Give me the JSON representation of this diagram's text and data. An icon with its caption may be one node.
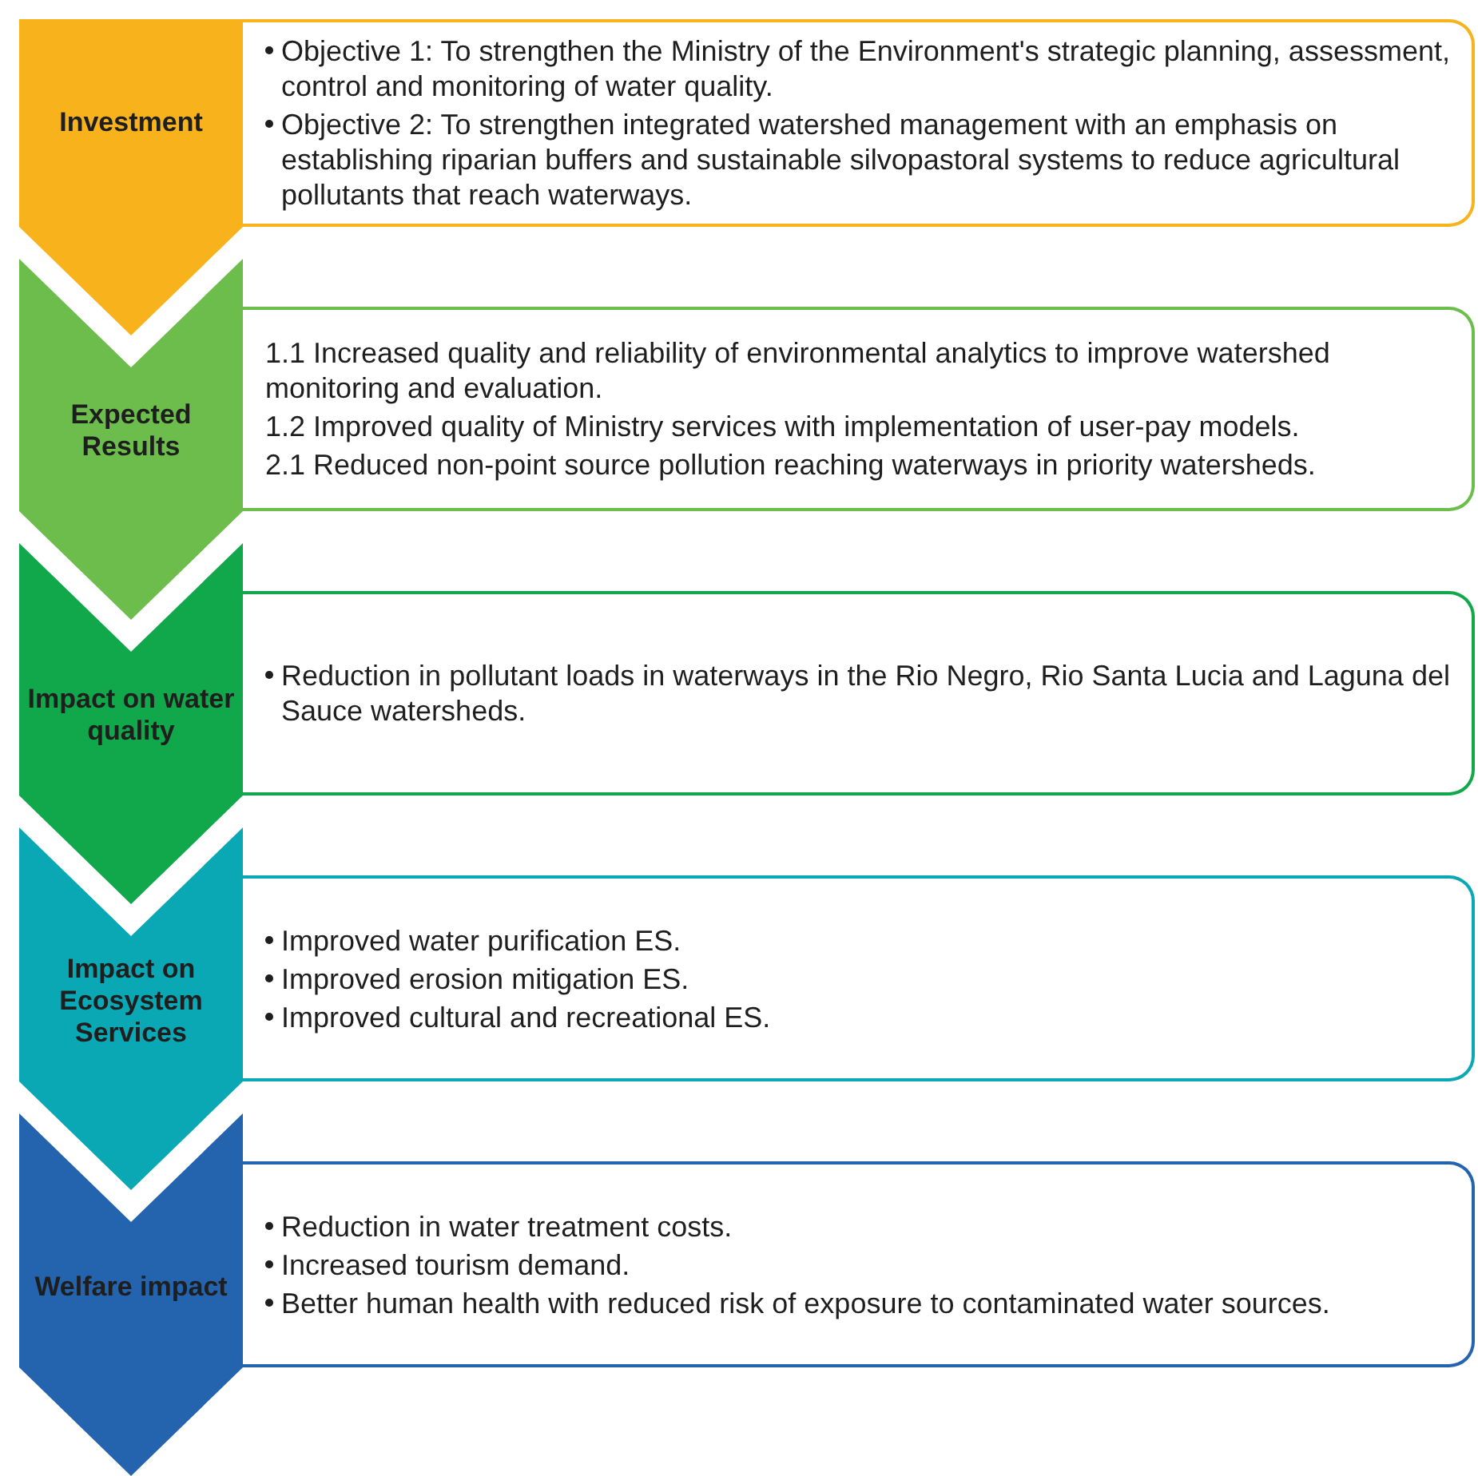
{
  "diagram": {
    "nodes": [
      {
        "text": [
          "Investment"
        ]
      },
      {
        "text": [
          "Objective 1: To strengthen the Ministry of the Environment's strategic planning, assessment, control and monitoring of water quality.",
          "Objective 2: To strengthen integrated watershed management with an emphasis on establishing riparian buffers and sustainable silvopastoral systems to reduce agricultural pollutants that reach waterways."
        ]
      },
      {
        "text": [
          "Expected Results"
        ]
      },
      {
        "text": [
          "1.1 Increased quality and reliability of  environmental analytics to improve watershed monitoring and evaluation.",
          "1.2 Improved quality of Ministry services with implementation of user-pay models.",
          "2.1 Reduced non-point source pollution reaching waterways in priority watersheds."
        ]
      },
      {
        "text": [
          "Impact on water quality"
        ]
      },
      {
        "text": [
          "Reduction in pollutant loads in waterways in the Rio Negro, Rio Santa Lucia and Laguna del Sauce watersheds."
        ]
      },
      {
        "text": [
          "Impact on Ecosystem Services"
        ]
      },
      {
        "text": [
          "Improved water purification ES.",
          "Improved erosion mitigation ES.",
          "Improved cultural and recreational ES."
        ]
      },
      {
        "text": [
          "Welfare impact"
        ]
      },
      {
        "text": [
          "Reduction in water treatment costs.",
          "Increased tourism demand.",
          "Better human health with reduced risk of exposure to contaminated water sources."
        ]
      }
    ]
  }
}
